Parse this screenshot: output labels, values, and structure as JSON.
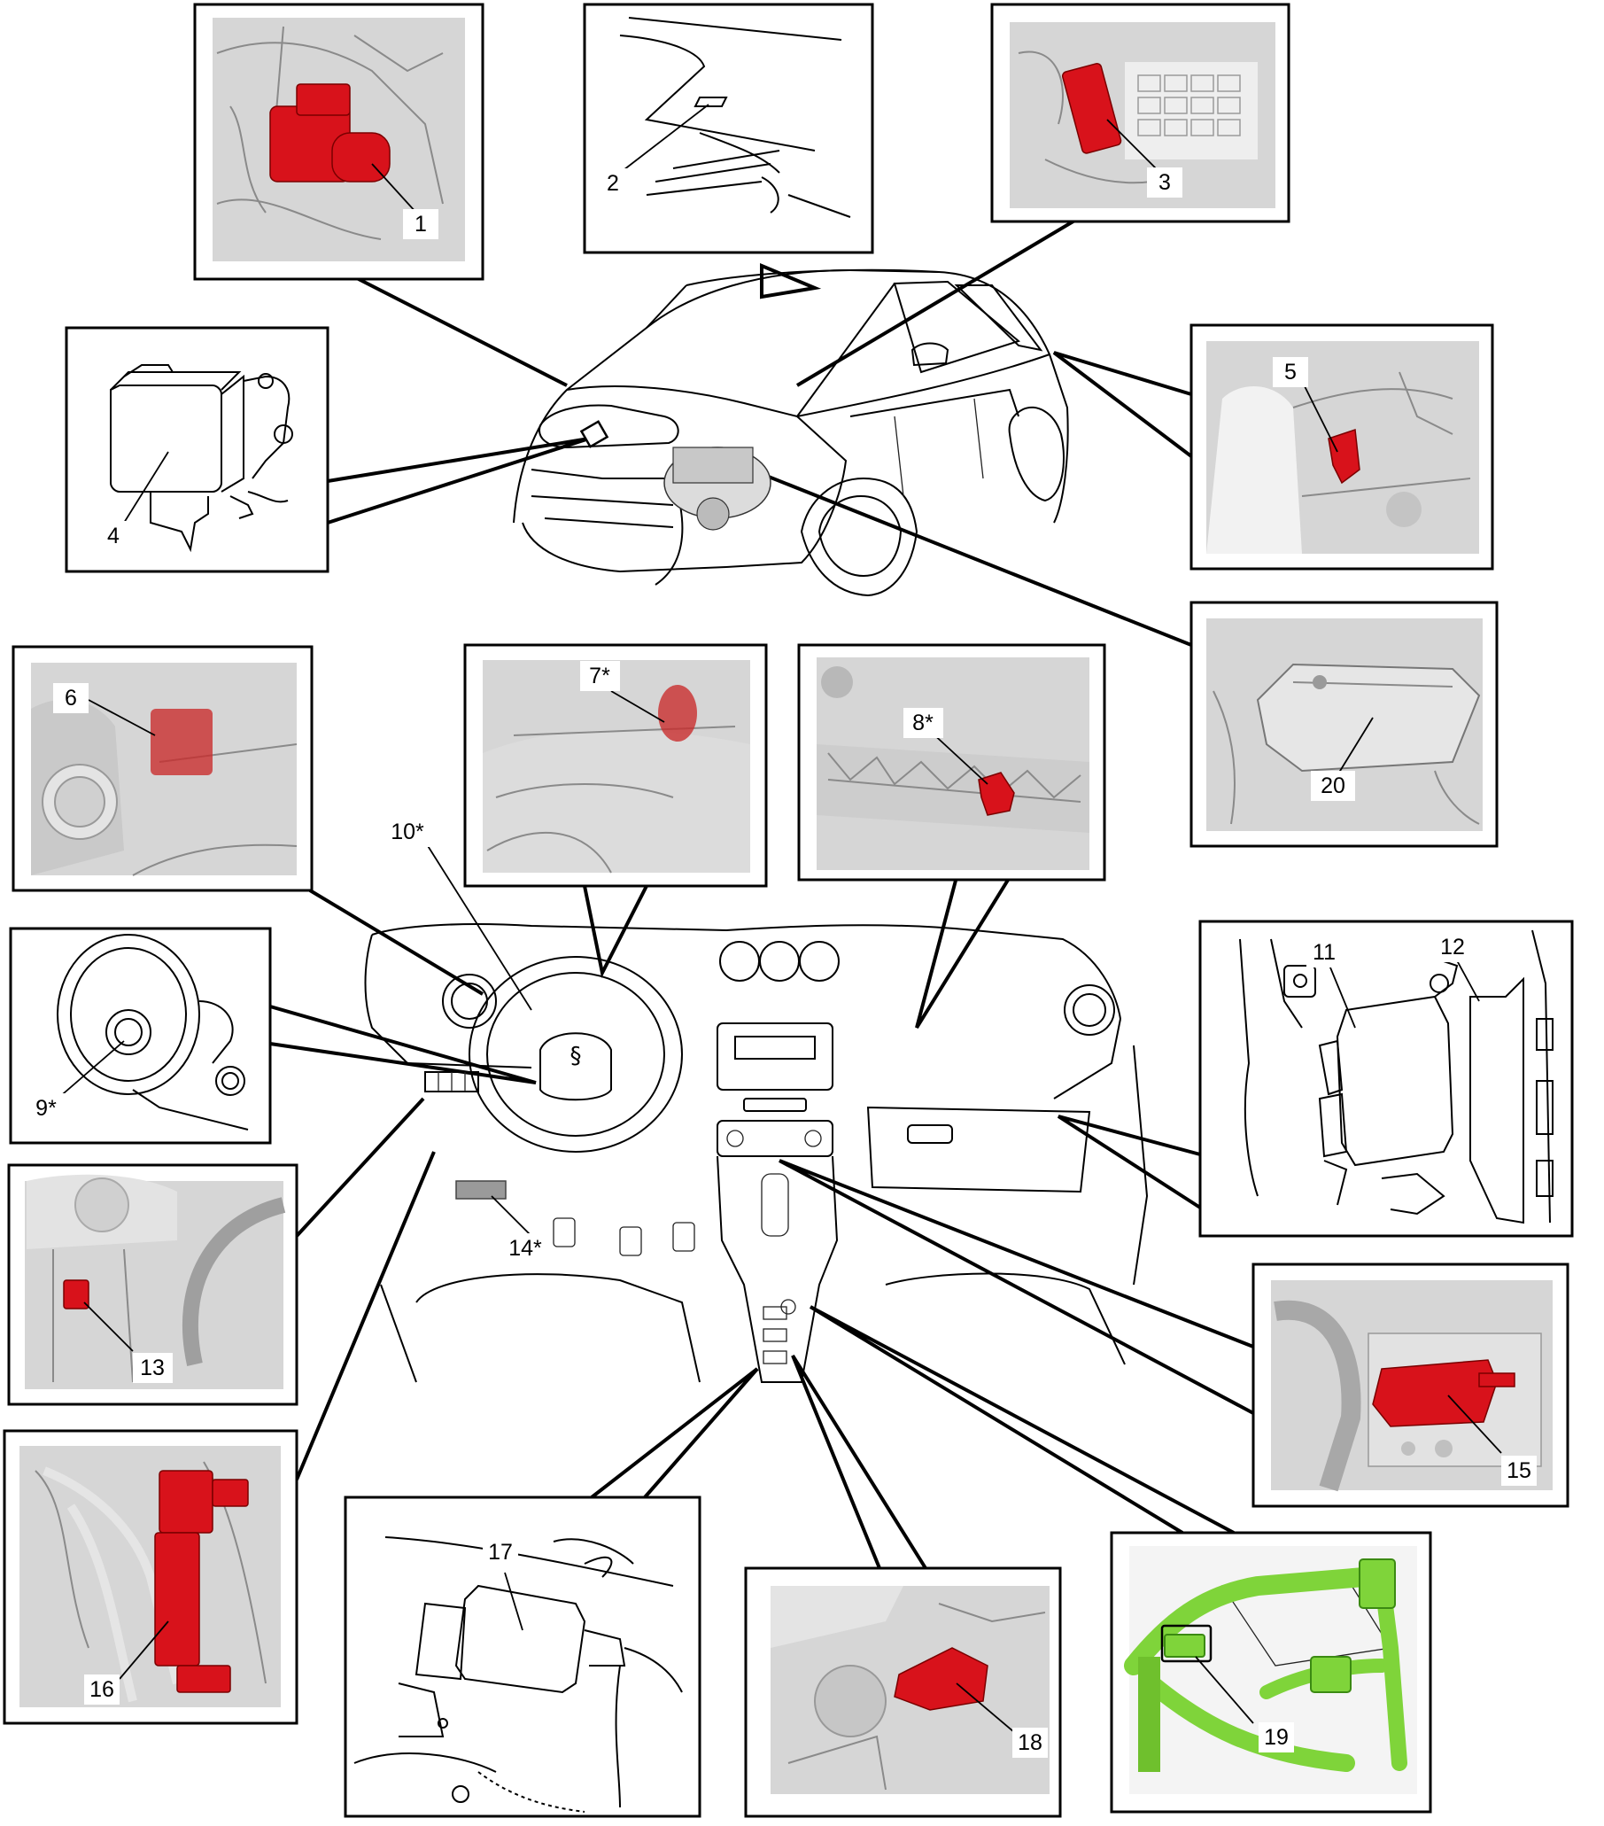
{
  "callouts": [
    {
      "id": "c1",
      "text": "1"
    },
    {
      "id": "c2",
      "text": "2"
    },
    {
      "id": "c3",
      "text": "3"
    },
    {
      "id": "c4",
      "text": "4"
    },
    {
      "id": "c5",
      "text": "5"
    },
    {
      "id": "c6",
      "text": "6"
    },
    {
      "id": "c7",
      "text": "7*"
    },
    {
      "id": "c8",
      "text": "8*"
    },
    {
      "id": "c9",
      "text": "9*"
    },
    {
      "id": "c10",
      "text": "10*"
    },
    {
      "id": "c11",
      "text": "11"
    },
    {
      "id": "c12",
      "text": "12"
    },
    {
      "id": "c13",
      "text": "13"
    },
    {
      "id": "c14",
      "text": "14*"
    },
    {
      "id": "c15",
      "text": "15"
    },
    {
      "id": "c16",
      "text": "16"
    },
    {
      "id": "c17",
      "text": "17"
    },
    {
      "id": "c18",
      "text": "18"
    },
    {
      "id": "c19",
      "text": "19"
    },
    {
      "id": "c20",
      "text": "20"
    }
  ],
  "colors": {
    "highlight_red": "#d8121b",
    "harness_green": "#7fd43a",
    "outline": "#000000",
    "photo_gray": "#d6d6d6"
  }
}
